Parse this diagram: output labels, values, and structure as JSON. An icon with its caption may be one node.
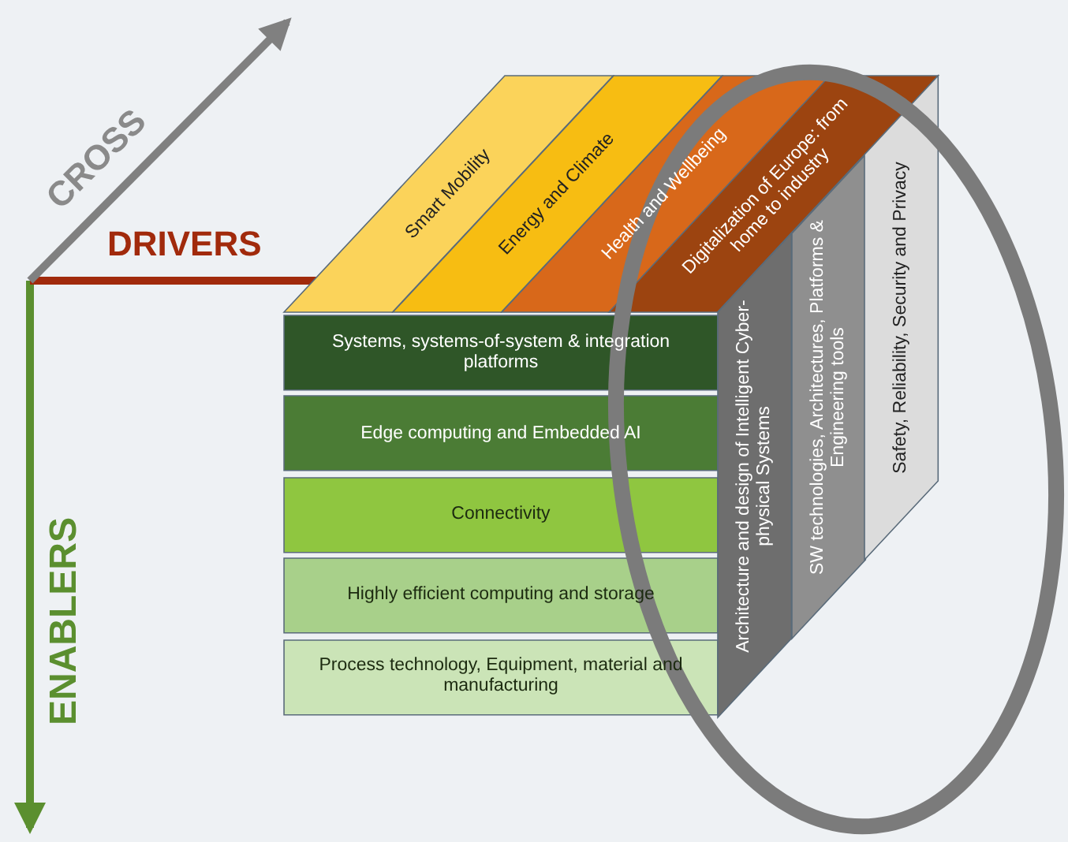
{
  "diagram": {
    "nodes": [
      {
        "text": [
          "Smart Mobility"
        ]
      },
      {
        "text": [
          "Energy and Climate"
        ]
      },
      {
        "text": [
          "Health and Wellbeing"
        ]
      },
      {
        "text": [
          "Digitalization of Europe: from home to industry"
        ]
      },
      {
        "text": [
          "Systems, systems-of-system & integration platforms"
        ]
      },
      {
        "text": [
          "Edge computing and Embedded AI"
        ]
      },
      {
        "text": [
          "Connectivity"
        ]
      },
      {
        "text": [
          "Highly efficient computing and storage"
        ]
      },
      {
        "text": [
          "Process technology, Equipment, material and manufacturing"
        ]
      },
      {
        "text": [
          "Architecture and design of Intelligent Cyber-physical Systems"
        ]
      },
      {
        "text": [
          "SW technologies, Architectures, Platforms & Engineering tools"
        ]
      },
      {
        "text": [
          "Safety, Reliability, Security and Privacy"
        ]
      }
    ],
    "labels": [
      "CROSS",
      "DRIVERS",
      "ENABLERS"
    ]
  }
}
